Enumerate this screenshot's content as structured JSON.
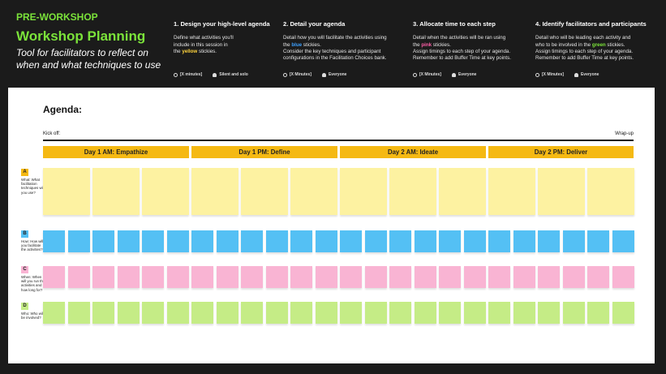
{
  "header": {
    "pre_label": "PRE-WORKSHOP",
    "title": "Workshop Planning",
    "subtitle": "Tool for facilitators to reflect on when and what techniques to use"
  },
  "steps": [
    {
      "title": "1. Design your high-level agenda",
      "l1": "Define what activities you'll",
      "l2": "include in this session in",
      "l3a": "the ",
      "hl": "yellow",
      "l3b": " stickies.",
      "l4": "",
      "l5": "",
      "time": "[X minutes]",
      "who": "Silent and solo"
    },
    {
      "title": "2. Detail your agenda",
      "l1": "Detail how you will facilitate the activities using",
      "l2a": "the ",
      "hl": "blue",
      "l2b": " stickies.",
      "l3": "Consider the key techniques and participant",
      "l4": "configurations in the Facilitation Choices bank.",
      "time": "[X Minutes]",
      "who": "Everyone"
    },
    {
      "title": "3. Allocate time to each step",
      "l1": "Detail when the activities will be ran using",
      "l2a": "the ",
      "hl": "pink",
      "l2b": " stickies.",
      "l3": "Assign timings to each step of your agenda.",
      "l4": "Remember to add Buffer Time at key points.",
      "time": "[X Minutes]",
      "who": "Everyone"
    },
    {
      "title": "4. Identify facilitators and participants",
      "l1": "Detail who will be leading each activity and",
      "l2a": "who to be involved in the ",
      "hl": "green",
      "l2b": " stickies.",
      "l3": "Assign timings to each step of your agenda.",
      "l4": "Remember to add Buffer Time at key points.",
      "time": "[X Minutes]",
      "who": "Everyone"
    }
  ],
  "board": {
    "agenda_label": "Agenda:",
    "kickoff": "Kick off:",
    "wrapup": "Wrap-up",
    "days": [
      "Day 1 AM: Empathize",
      "Day 1 PM: Define",
      "Day 2 AM: Ideate",
      "Day 2 PM: Deliver"
    ],
    "rows": [
      {
        "badge": "A",
        "label": "What: What facilitation techniques will you use?",
        "color": "#fdf2a1",
        "badge_color": "#f5b913"
      },
      {
        "badge": "B",
        "label": "How: How will you facilitate the activities?",
        "color": "#54c0f4",
        "badge_color": "#3da0ff"
      },
      {
        "badge": "C",
        "label": "When: When will you run the activities and how long for?",
        "color": "#f9b4d3",
        "badge_color": "#ff7fb5"
      },
      {
        "badge": "D",
        "label": "Who: Who will be involved?",
        "color": "#c5ec86",
        "badge_color": "#9ad84a"
      }
    ]
  },
  "colors": {
    "accent": "#7be33a",
    "day_bar": "#f5b913",
    "background": "#1b1b1b"
  }
}
